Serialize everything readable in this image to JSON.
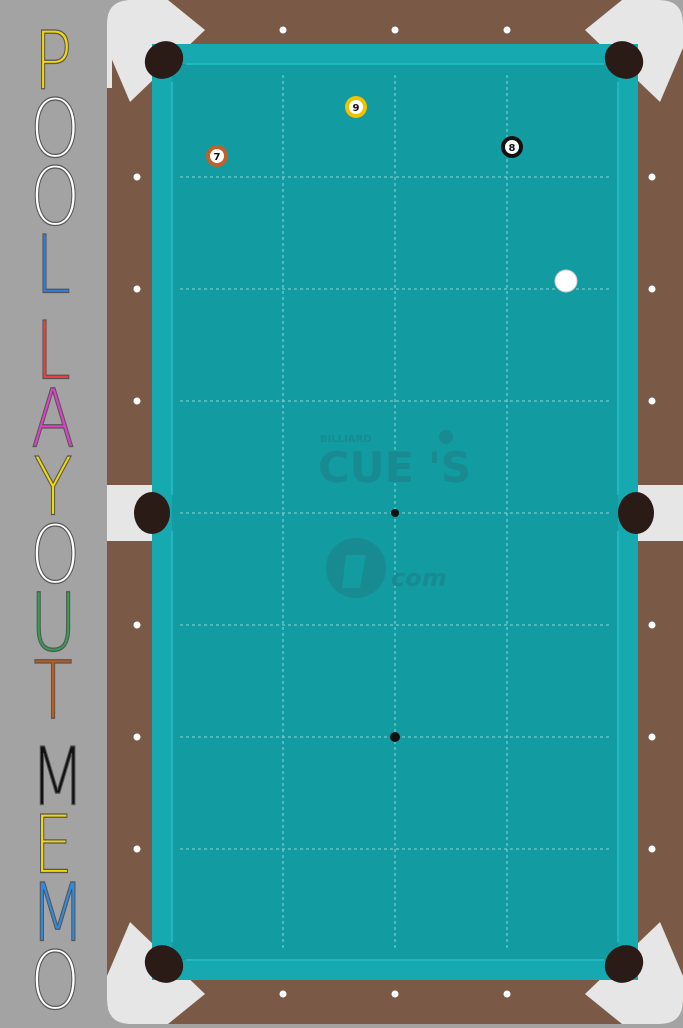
{
  "title_letters": [
    {
      "char": "P",
      "color": "#f5d800"
    },
    {
      "char": "O",
      "color": "#ffffff"
    },
    {
      "char": "O",
      "color": "#ffffff"
    },
    {
      "char": "L",
      "color": "#2f7de0"
    },
    {
      "char": "L",
      "color": "#f04040"
    },
    {
      "char": "A",
      "color": "#e040c8"
    },
    {
      "char": "Y",
      "color": "#f5d800"
    },
    {
      "char": "O",
      "color": "#ffffff"
    },
    {
      "char": "U",
      "color": "#2fa050"
    },
    {
      "char": "T",
      "color": "#c85a10"
    },
    {
      "char": "M",
      "color": "#111111"
    },
    {
      "char": "E",
      "color": "#f5d800"
    },
    {
      "char": "M",
      "color": "#2f8ae0"
    },
    {
      "char": "O",
      "color": "#ffffff"
    }
  ],
  "balls": [
    {
      "id": "ball-7",
      "label": "7",
      "color": "#c0612b"
    },
    {
      "id": "ball-9",
      "label": "9",
      "color": "#f2c200"
    },
    {
      "id": "ball-8",
      "label": "8",
      "color": "#111111"
    },
    {
      "id": "cue-ball",
      "label": "",
      "color": "#ffffff"
    }
  ],
  "logo": {
    "small": "BILLIARD",
    "big_left": "CUE",
    "big_right": "'S",
    "bottom": "com"
  },
  "colors": {
    "rail": "#7a5a46",
    "cloth": "#129ba0",
    "cushion": "#16aab0",
    "corner_caps": "#e6e6e6",
    "pockets": "#2b1b17"
  }
}
